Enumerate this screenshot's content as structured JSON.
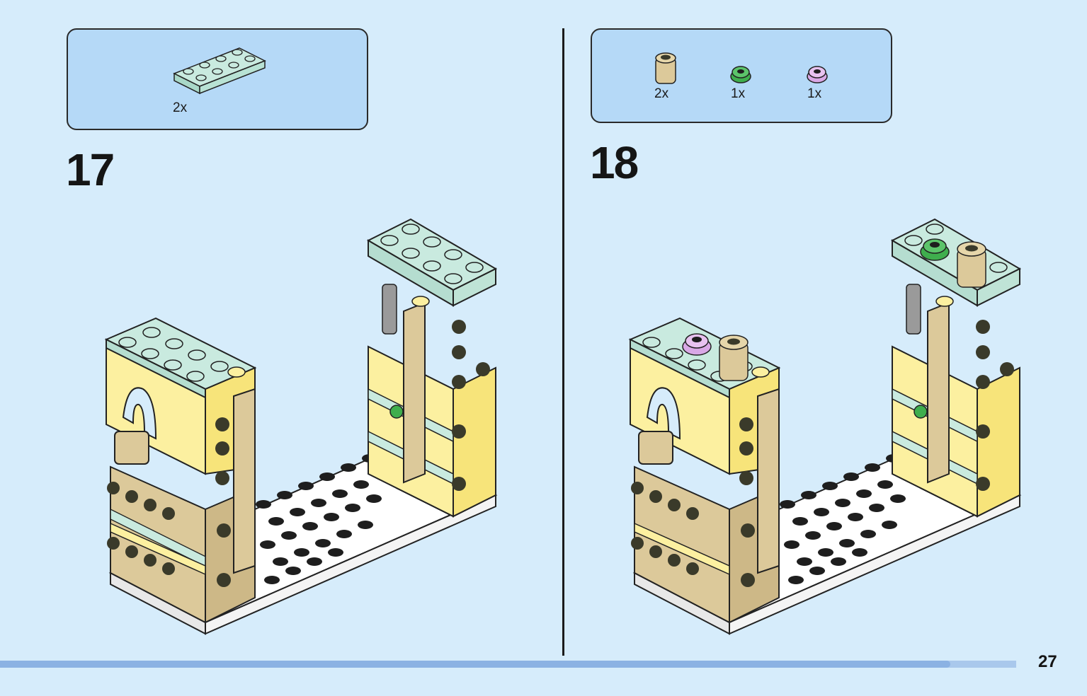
{
  "page_number": "27",
  "progress": 0.935,
  "colors": {
    "background": "#d6ecfb",
    "callout": "#b5d9f7",
    "mint": "#c9eadf",
    "light_yellow": "#fcf0a0",
    "tan": "#dcc99a",
    "white": "#ffffff",
    "green": "#3fae4d",
    "lavender": "#d9a8e6",
    "grey": "#9a9a9a"
  },
  "steps": [
    {
      "number": "17",
      "parts": [
        {
          "icon": "mint-plate-2x4-icon",
          "qty": "2x"
        }
      ]
    },
    {
      "number": "18",
      "parts": [
        {
          "icon": "tan-round-brick-icon",
          "qty": "2x"
        },
        {
          "icon": "green-flower-plate-icon",
          "qty": "1x"
        },
        {
          "icon": "lavender-flower-plate-icon",
          "qty": "1x"
        }
      ]
    }
  ]
}
